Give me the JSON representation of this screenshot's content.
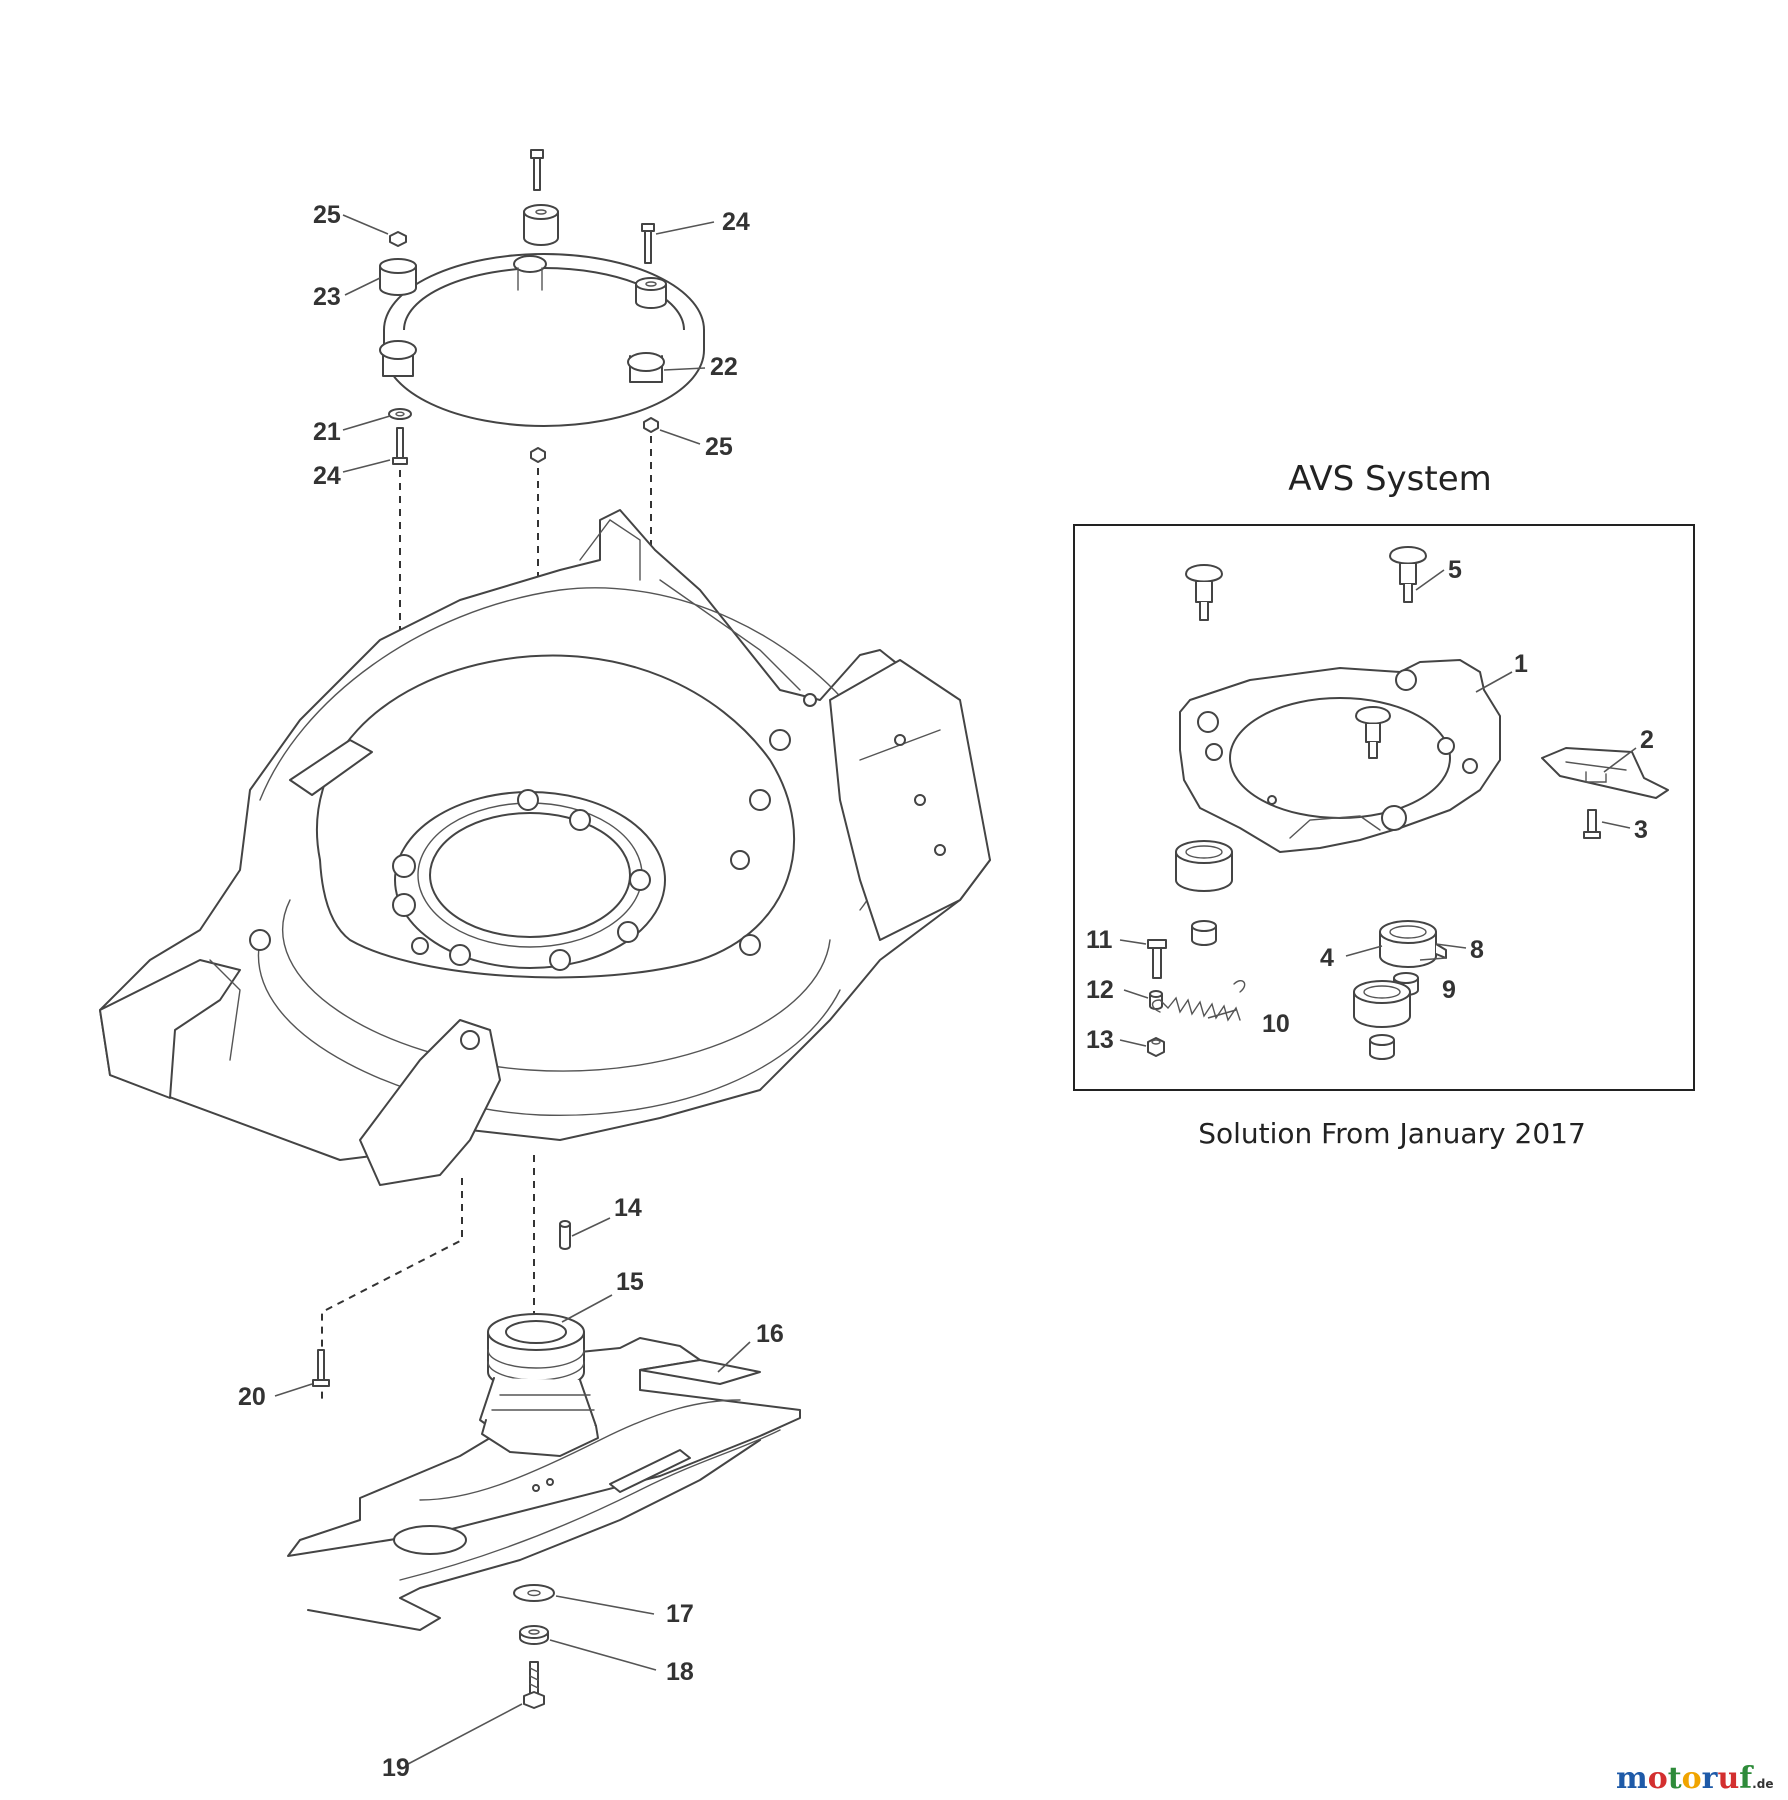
{
  "inset": {
    "title": "AVS System",
    "caption": "Solution From January 2017"
  },
  "logo": {
    "text": "motoruf",
    "suffix": ".de",
    "colors": [
      "#1e5aa8",
      "#d32f2f",
      "#2e8b3a",
      "#f0a400",
      "#1e5aa8",
      "#d32f2f",
      "#2e8b3a"
    ]
  },
  "callouts": {
    "p1": "1",
    "p2": "2",
    "p3": "3",
    "p4": "4",
    "p5": "5",
    "p8": "8",
    "p9": "9",
    "p10": "10",
    "p11": "11",
    "p12": "12",
    "p13": "13",
    "p14": "14",
    "p15": "15",
    "p16": "16",
    "p17": "17",
    "p18": "18",
    "p19": "19",
    "p20": "20",
    "p21": "21",
    "p22": "22",
    "p23": "23",
    "p24a": "24",
    "p24b": "24",
    "p25a": "25",
    "p25b": "25"
  }
}
